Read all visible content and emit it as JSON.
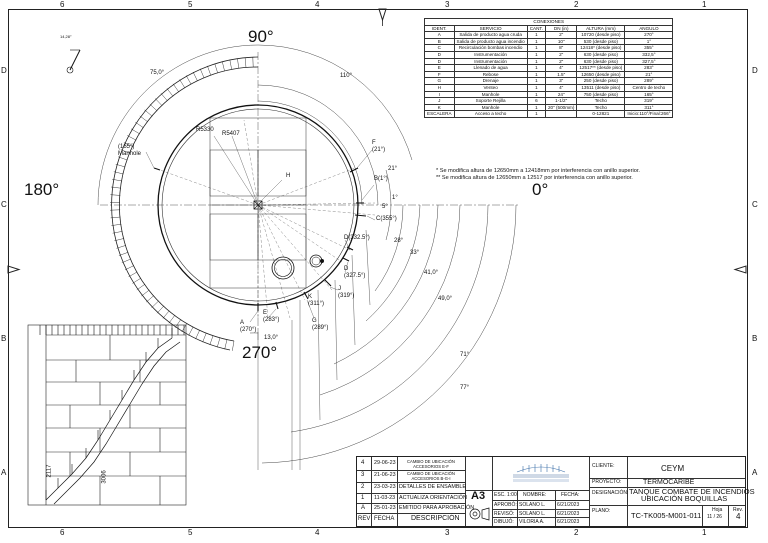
{
  "zones": {
    "top": [
      "6",
      "5",
      "4",
      "3",
      "2",
      "1"
    ],
    "bottom": [
      "6",
      "5",
      "4",
      "3",
      "2",
      "1"
    ],
    "left": [
      "D",
      "C",
      "B",
      "A"
    ],
    "right": [
      "D",
      "C",
      "B",
      "A"
    ]
  },
  "plan": {
    "angles": {
      "a90": "90°",
      "a180": "180°",
      "a0": "0°",
      "a270": "270°"
    },
    "arc_labels": [
      "75,0°",
      "110°",
      "21°",
      "5°",
      "28°",
      "33°",
      "41,0°",
      "49,0°",
      "71°",
      "77°",
      "13,0°",
      "1°"
    ],
    "radius_labels": [
      "R5330",
      "R5407"
    ],
    "corner_mark": "14,28°",
    "nozzles": [
      {
        "id": "F",
        "text": "F\n(21°)"
      },
      {
        "id": "B",
        "text": "B(1°)"
      },
      {
        "id": "C",
        "text": "C(355°)"
      },
      {
        "id": "D1",
        "text": "D(332.5°)"
      },
      {
        "id": "D2",
        "text": "D\n(327.5°)"
      },
      {
        "id": "J",
        "text": "J\n(319°)"
      },
      {
        "id": "K",
        "text": "K\n(311°)"
      },
      {
        "id": "G",
        "text": "G\n(289°)"
      },
      {
        "id": "E",
        "text": "E\n(283°)"
      },
      {
        "id": "A",
        "text": "A\n(270°)"
      },
      {
        "id": "I",
        "text": "(165°)\nManhole"
      },
      {
        "id": "H",
        "text": "H"
      }
    ]
  },
  "elevation": {
    "dim1": "2117",
    "dim2": "3006"
  },
  "connections": {
    "caption": "CONEXIONES",
    "headers": [
      "IDENT.",
      "SERVICIO",
      "CANT.",
      "DN (in)",
      "ALTURA (mm)",
      "ANGULO"
    ],
    "rows": [
      [
        "A",
        "Salida de producto agua cruda",
        "1",
        "2\"",
        "10720 (desde piso)",
        "270°"
      ],
      [
        "B",
        "Salida de producto agua incendio",
        "1",
        "10\"",
        "530 (desde piso)",
        "1°"
      ],
      [
        "C",
        "Recirculación bombas incendio",
        "1",
        "8\"",
        "12418* (desde piso)",
        "355°"
      ],
      [
        "D",
        "Instrumentación",
        "1",
        "2\"",
        "630 (desde piso)",
        "332,5°"
      ],
      [
        "D",
        "Instrumentación",
        "1",
        "2\"",
        "630 (desde piso)",
        "327,5°"
      ],
      [
        "E",
        "Llenado de agua",
        "1",
        "4\"",
        "12517** (desde piso)",
        "283°"
      ],
      [
        "F",
        "Rebose",
        "1",
        "1.5\"",
        "12650 (desde piso)",
        "21°"
      ],
      [
        "G",
        "Drenaje",
        "1",
        "3\"",
        "250 (desde piso)",
        "289°"
      ],
      [
        "H",
        "Venteo",
        "1",
        "4\"",
        "13511 (desde piso)",
        "Centro de techo"
      ],
      [
        "I",
        "Manhole",
        "1",
        "24\"",
        "750 (desde piso)",
        "165°"
      ],
      [
        "J",
        "Soporte Rejilla",
        "6",
        "1-1/2\"",
        "Techo",
        "319°"
      ],
      [
        "K",
        "Manhole",
        "1",
        "20\" (500mm)",
        "Techo",
        "311°"
      ],
      [
        "ESCALERA",
        "Acceso a techo",
        "1",
        "",
        "0-12821",
        "Inicio:110°/Final:266°"
      ]
    ]
  },
  "notes": [
    "* Se modifica altura de 12650mm a 12418mm por interferencia con anillo superior.",
    "** Se modifica altura de 12650mm a 12517 por interferencia con anillo superior."
  ],
  "title_block": {
    "revisions": [
      {
        "rev": "4",
        "date": "29-06-23",
        "desc": "CAMBIO DE UBICACIÓN ACCESORIOS E-F"
      },
      {
        "rev": "3",
        "date": "21-06-23",
        "desc": "CAMBIO DE UBICACIÓN ACCESORIOS B-G-I"
      },
      {
        "rev": "2",
        "date": "23-03-23",
        "desc": "DETALLES DE ENSAMBLE"
      },
      {
        "rev": "1",
        "date": "11-03-23",
        "desc": "ACTUALIZA ORIENTACIÓN"
      },
      {
        "rev": "A",
        "date": "25-01-23",
        "desc": "EMITIDO PARA APROBACIÓN"
      }
    ],
    "rev_header": "REV",
    "date_header": "FECHA",
    "desc_header": "DESCRIPCIÓN",
    "sheet_size": "A3",
    "esc_label": "ESC.",
    "esc_value": "1:00",
    "nombre": "NOMBRE:",
    "fecha": "FECHA:",
    "aprobo": "APROBÓ:",
    "reviso": "REVISÓ:",
    "dibujo": "DIBUJÓ:",
    "aprobo_name": "SOLANO L.",
    "reviso_name": "SOLANO L.",
    "dibujo_name": "VILORIA A.",
    "aprobo_date": "6/21/2023",
    "reviso_date": "6/21/2023",
    "dibujo_date": "6/21/2023",
    "cliente_label": "CLIENTE:",
    "cliente": "CEYM",
    "proyecto_label": "PROYECTO:",
    "proyecto": "TERMOCARIBE",
    "designacion_label": "DESIGNACIÓN:",
    "designacion_1": "TANQUE COMBATE DE INCENDIOS",
    "designacion_2": "UBICACIÓN BOQUILLAS",
    "plano_label": "PLANO:",
    "plano": "TC-TK005-M001-011",
    "hoja_label": "Hoja",
    "hoja": "11 / 26",
    "rev_label": "Rev.",
    "rev": "4"
  }
}
